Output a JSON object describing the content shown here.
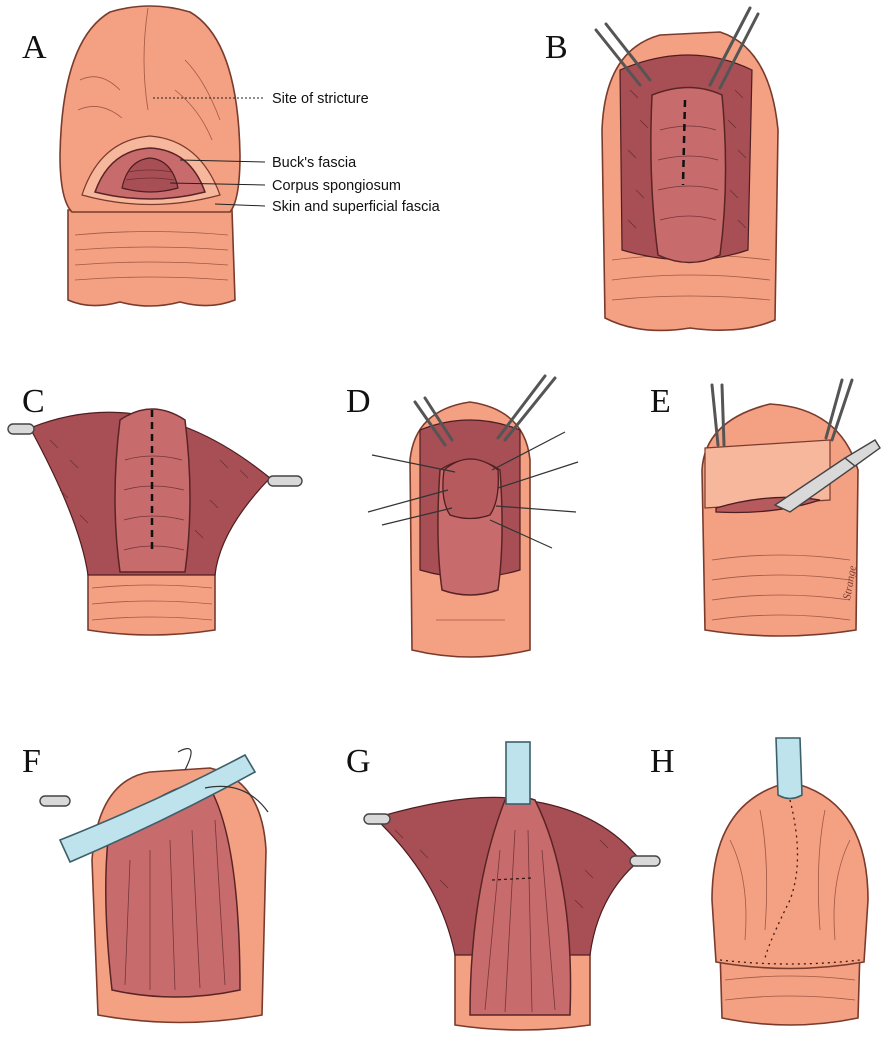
{
  "panels": {
    "A": {
      "letter": "A"
    },
    "B": {
      "letter": "B"
    },
    "C": {
      "letter": "C"
    },
    "D": {
      "letter": "D"
    },
    "E": {
      "letter": "E"
    },
    "F": {
      "letter": "F"
    },
    "G": {
      "letter": "G"
    },
    "H": {
      "letter": "H"
    }
  },
  "callouts": {
    "site_of_stricture": "Site of stricture",
    "bucks_fascia": "Buck's fascia",
    "corpus_spongiosum": "Corpus spongiosum",
    "skin_superficial_fascia": "Skin and superficial fascia"
  },
  "artist_signature": "Strange",
  "colors": {
    "skin": "#f4a083",
    "tissue": "#c86b6d",
    "catheter": "#bfe3ec",
    "outline": "#7a3b2c"
  }
}
